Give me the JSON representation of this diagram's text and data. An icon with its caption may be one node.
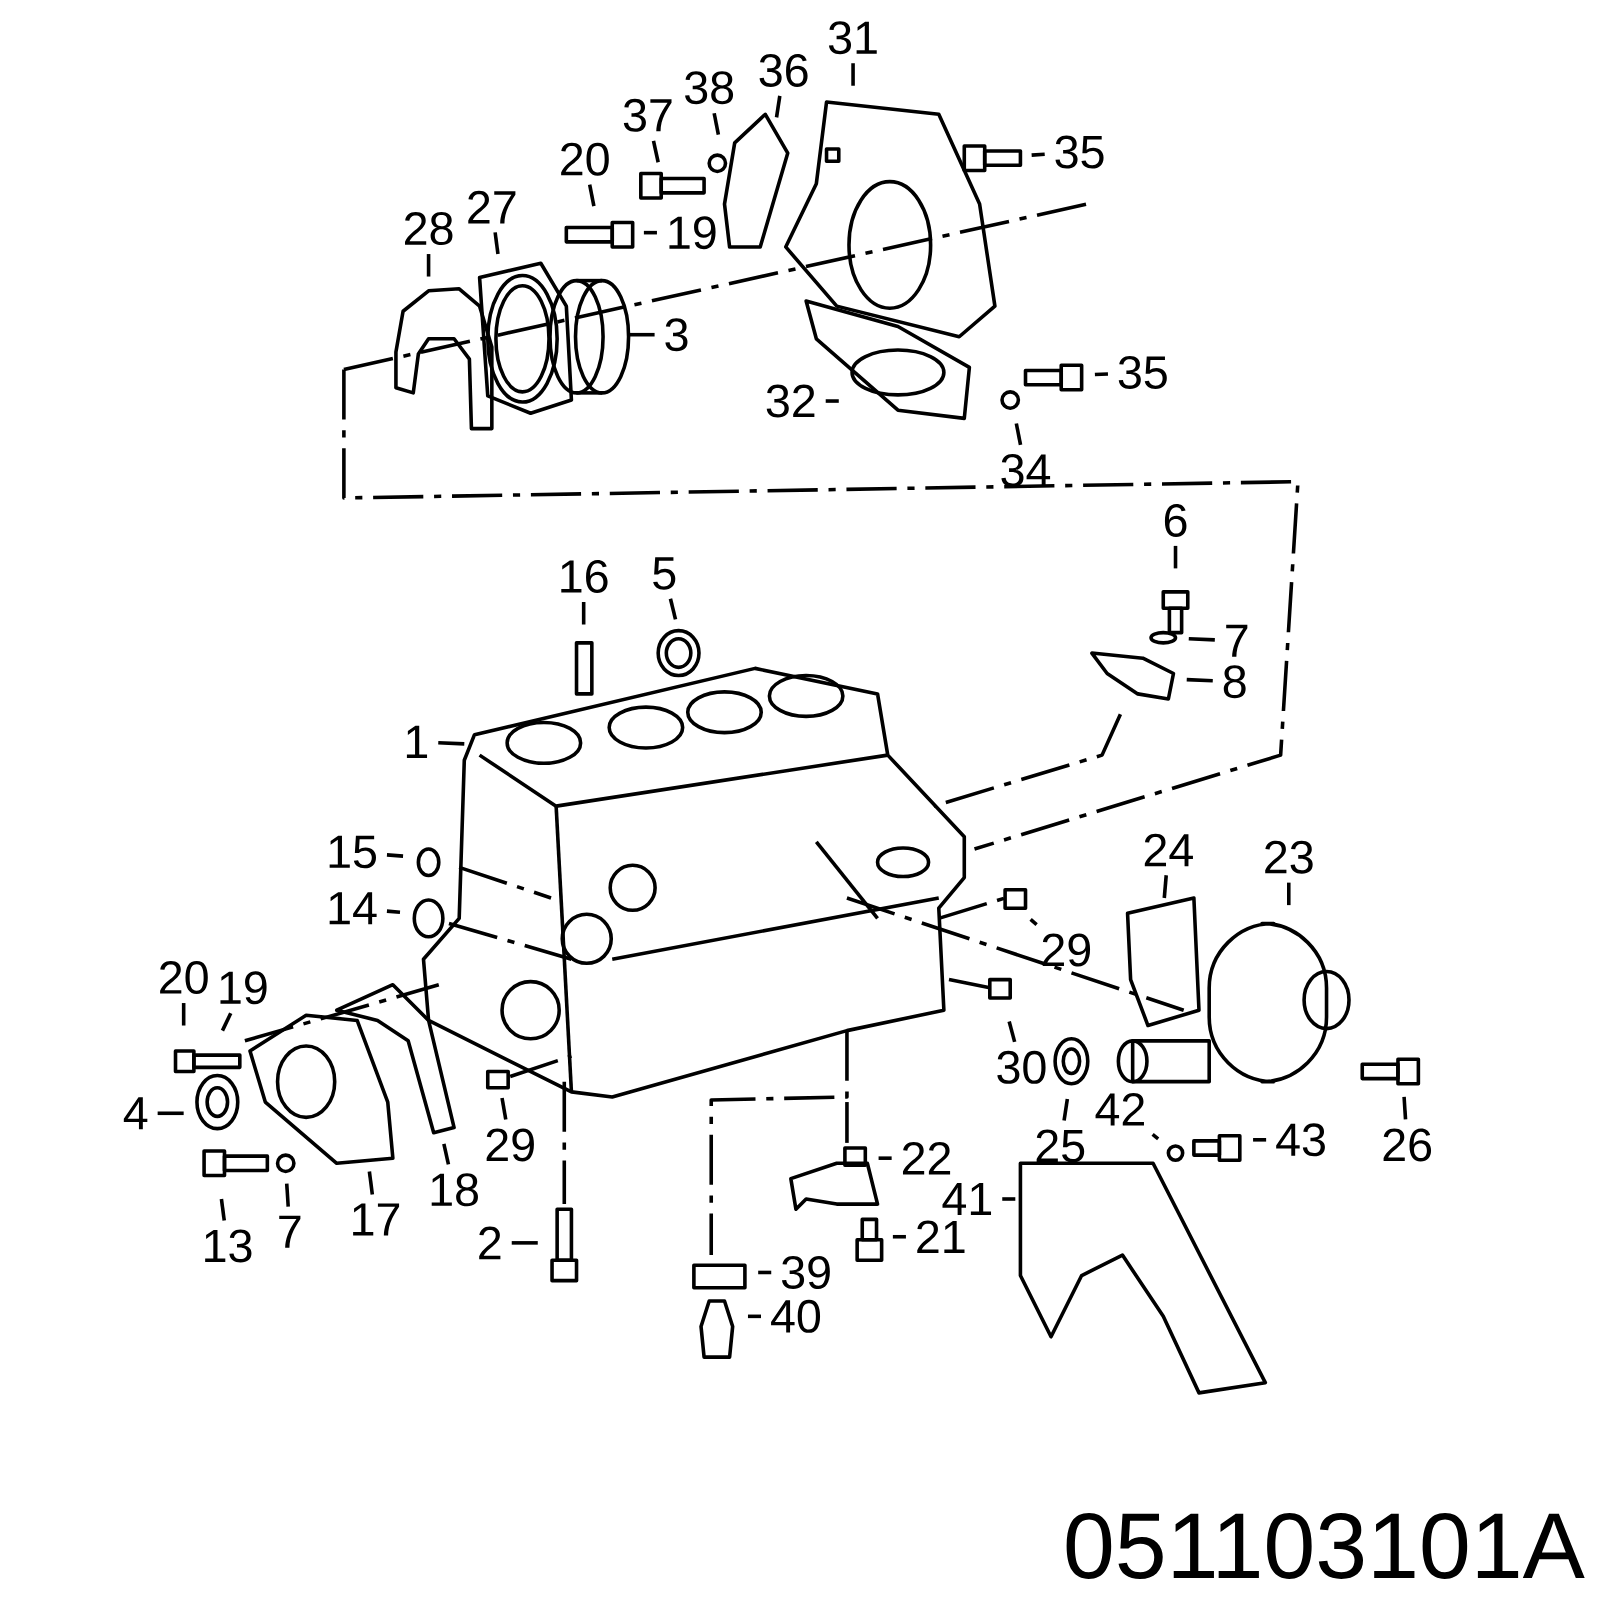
{
  "diagram": {
    "nodes": [
      {
        "text": [
          "31"
        ]
      },
      {
        "text": [
          "36"
        ]
      },
      {
        "text": [
          "38"
        ]
      },
      {
        "text": [
          "37"
        ]
      },
      {
        "text": [
          "20"
        ]
      },
      {
        "text": [
          "19"
        ]
      },
      {
        "text": [
          "27"
        ]
      },
      {
        "text": [
          "28"
        ]
      },
      {
        "text": [
          "3"
        ]
      },
      {
        "text": [
          "35"
        ]
      },
      {
        "text": [
          "35"
        ]
      },
      {
        "text": [
          "32"
        ]
      },
      {
        "text": [
          "34"
        ]
      },
      {
        "text": [
          "6"
        ]
      },
      {
        "text": [
          "7"
        ]
      },
      {
        "text": [
          "8"
        ]
      },
      {
        "text": [
          "16"
        ]
      },
      {
        "text": [
          "5"
        ]
      },
      {
        "text": [
          "1"
        ]
      },
      {
        "text": [
          "15"
        ]
      },
      {
        "text": [
          "14"
        ]
      },
      {
        "text": [
          "24"
        ]
      },
      {
        "text": [
          "23"
        ]
      },
      {
        "text": [
          "29"
        ]
      },
      {
        "text": [
          "30"
        ]
      },
      {
        "text": [
          "20"
        ]
      },
      {
        "text": [
          "19"
        ]
      },
      {
        "text": [
          "4"
        ]
      },
      {
        "text": [
          "29"
        ]
      },
      {
        "text": [
          "25"
        ]
      },
      {
        "text": [
          "26"
        ]
      },
      {
        "text": [
          "18"
        ]
      },
      {
        "text": [
          "17"
        ]
      },
      {
        "text": [
          "13"
        ]
      },
      {
        "text": [
          "7"
        ]
      },
      {
        "text": [
          "22"
        ]
      },
      {
        "text": [
          "42"
        ]
      },
      {
        "text": [
          "43"
        ]
      },
      {
        "text": [
          "41"
        ]
      },
      {
        "text": [
          "21"
        ]
      },
      {
        "text": [
          "2"
        ]
      },
      {
        "text": [
          "39"
        ]
      },
      {
        "text": [
          "40"
        ]
      }
    ],
    "edges": [
      {
        "from": 0,
        "to": null,
        "arrow": "none"
      },
      {
        "from": 1,
        "to": null,
        "arrow": "none"
      },
      {
        "from": 2,
        "to": null,
        "arrow": "none"
      },
      {
        "from": 3,
        "to": null,
        "arrow": "none"
      },
      {
        "from": 4,
        "to": null,
        "arrow": "none"
      },
      {
        "from": 5,
        "to": null,
        "arrow": "none"
      },
      {
        "from": 6,
        "to": null,
        "arrow": "none"
      },
      {
        "from": 7,
        "to": null,
        "arrow": "none"
      },
      {
        "from": 8,
        "to": null,
        "arrow": "none"
      },
      {
        "from": 9,
        "to": null,
        "arrow": "none"
      },
      {
        "from": 10,
        "to": null,
        "arrow": "none"
      },
      {
        "from": 11,
        "to": null,
        "arrow": "none"
      },
      {
        "from": 12,
        "to": null,
        "arrow": "none"
      },
      {
        "from": 13,
        "to": null,
        "arrow": "none"
      },
      {
        "from": 14,
        "to": null,
        "arrow": "none"
      },
      {
        "from": 15,
        "to": null,
        "arrow": "none"
      },
      {
        "from": 16,
        "to": null,
        "arrow": "none"
      },
      {
        "from": 17,
        "to": null,
        "arrow": "none"
      },
      {
        "from": 18,
        "to": null,
        "arrow": "none"
      },
      {
        "from": 19,
        "to": null,
        "arrow": "none"
      },
      {
        "from": 20,
        "to": null,
        "arrow": "none"
      },
      {
        "from": 21,
        "to": null,
        "arrow": "none"
      },
      {
        "from": 22,
        "to": null,
        "arrow": "none"
      },
      {
        "from": 23,
        "to": null,
        "arrow": "none"
      },
      {
        "from": 24,
        "to": null,
        "arrow": "none"
      },
      {
        "from": 25,
        "to": null,
        "arrow": "none"
      },
      {
        "from": 26,
        "to": null,
        "arrow": "none"
      },
      {
        "from": 27,
        "to": null,
        "arrow": "none"
      },
      {
        "from": 28,
        "to": null,
        "arrow": "none"
      },
      {
        "from": 29,
        "to": null,
        "arrow": "none"
      },
      {
        "from": 30,
        "to": null,
        "arrow": "none"
      },
      {
        "from": 31,
        "to": null,
        "arrow": "none"
      },
      {
        "from": 32,
        "to": null,
        "arrow": "none"
      },
      {
        "from": 33,
        "to": null,
        "arrow": "none"
      },
      {
        "from": 34,
        "to": null,
        "arrow": "none"
      },
      {
        "from": 35,
        "to": null,
        "arrow": "none"
      },
      {
        "from": 36,
        "to": null,
        "arrow": "none"
      },
      {
        "from": 37,
        "to": null,
        "arrow": "none"
      },
      {
        "from": 38,
        "to": null,
        "arrow": "none"
      },
      {
        "from": 39,
        "to": null,
        "arrow": "none"
      },
      {
        "from": 40,
        "to": null,
        "arrow": "none"
      },
      {
        "from": 41,
        "to": null,
        "arrow": "none"
      },
      {
        "from": 42,
        "to": null,
        "arrow": "none"
      }
    ],
    "labels": [
      "051103101A"
    ]
  }
}
